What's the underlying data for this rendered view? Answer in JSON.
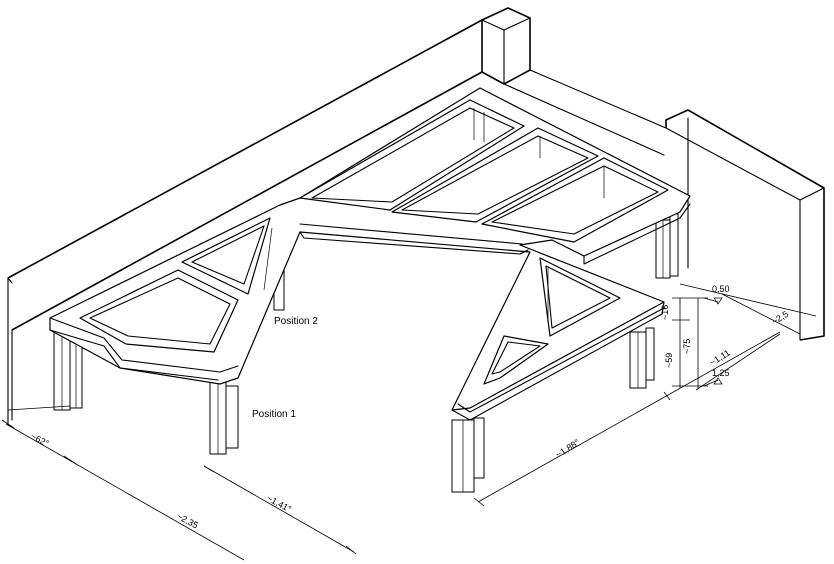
{
  "labels": {
    "position_1": "Position 1",
    "position_2": "Position 2"
  },
  "dimensions": {
    "d_062": "~62°",
    "d_235": "~2,35",
    "d_141": "~1,41°",
    "d_188": "~1,88°",
    "d_050": "0,50",
    "d_25": "~2,5",
    "d_111": "~1,11",
    "d_125": "1,25",
    "d_016": "~16",
    "d_059": "~59",
    "d_075": "~75"
  }
}
